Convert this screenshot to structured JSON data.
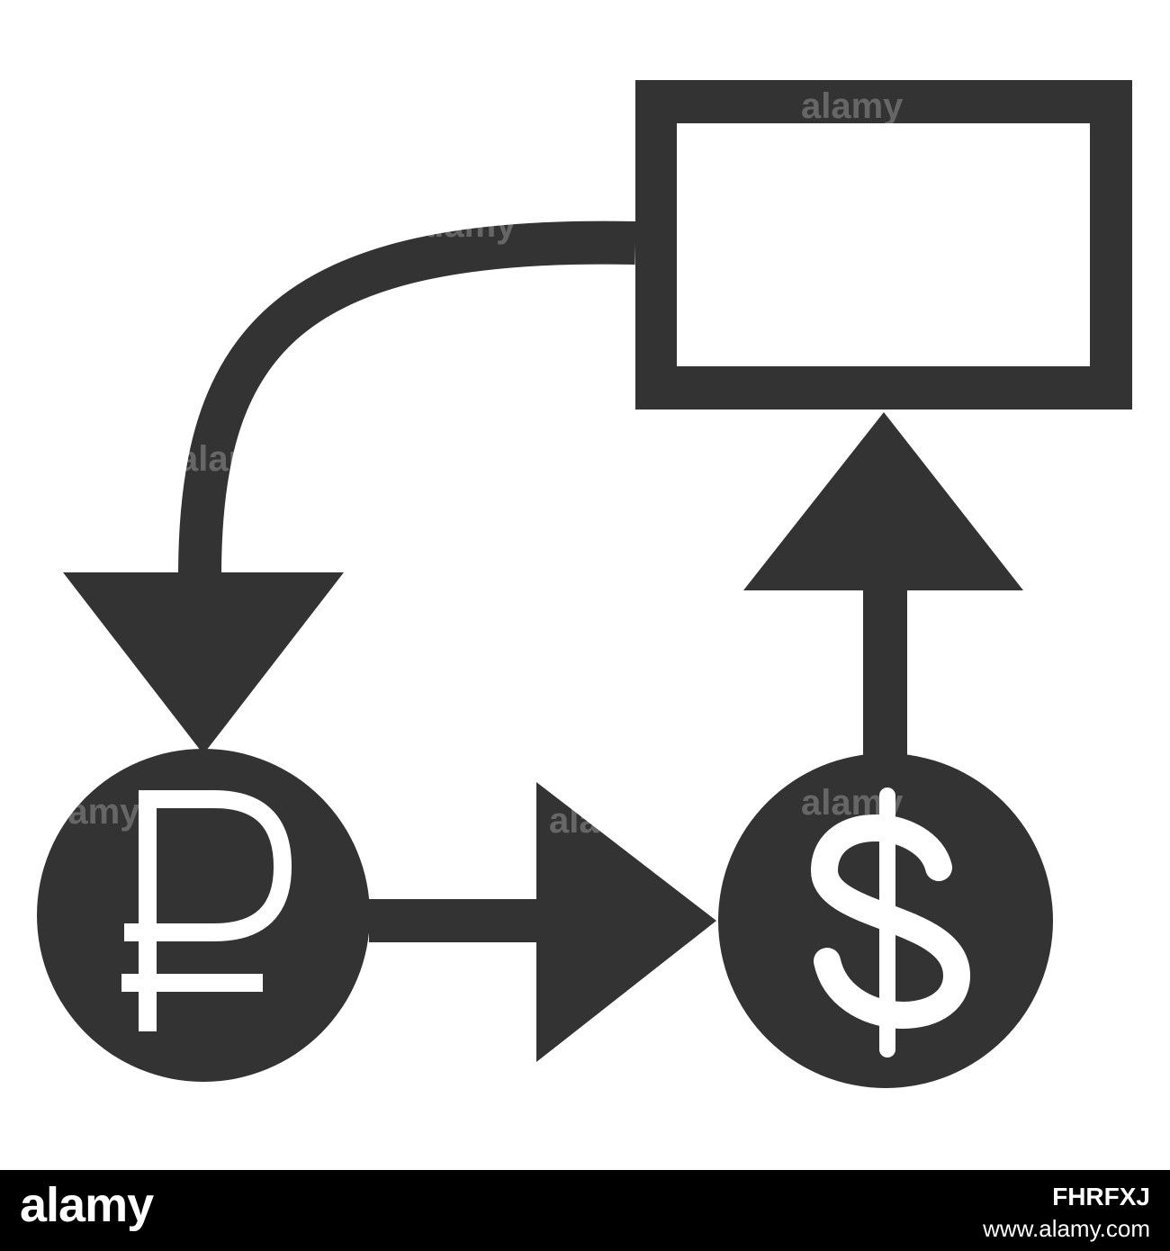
{
  "diagram": {
    "fill_color": "#333333",
    "background_color": "#ffffff",
    "nodes": [
      {
        "id": "rectangle-node",
        "shape": "rectangle",
        "label": ""
      },
      {
        "id": "ruble-node",
        "shape": "circle",
        "symbol": "₽",
        "icon": "ruble-icon"
      },
      {
        "id": "dollar-node",
        "shape": "circle",
        "symbol": "$",
        "icon": "dollar-icon"
      }
    ],
    "edges": [
      {
        "from": "rectangle-node",
        "to": "ruble-node",
        "style": "curved-arrow"
      },
      {
        "from": "ruble-node",
        "to": "dollar-node",
        "style": "straight-arrow"
      },
      {
        "from": "dollar-node",
        "to": "rectangle-node",
        "style": "straight-arrow"
      }
    ]
  },
  "footer": {
    "logo_text": "alamy",
    "image_id": "FHRFXJ",
    "site_url": "www.alamy.com",
    "background_color": "#000000"
  },
  "watermark": {
    "text": "alamy",
    "partial": "a"
  }
}
